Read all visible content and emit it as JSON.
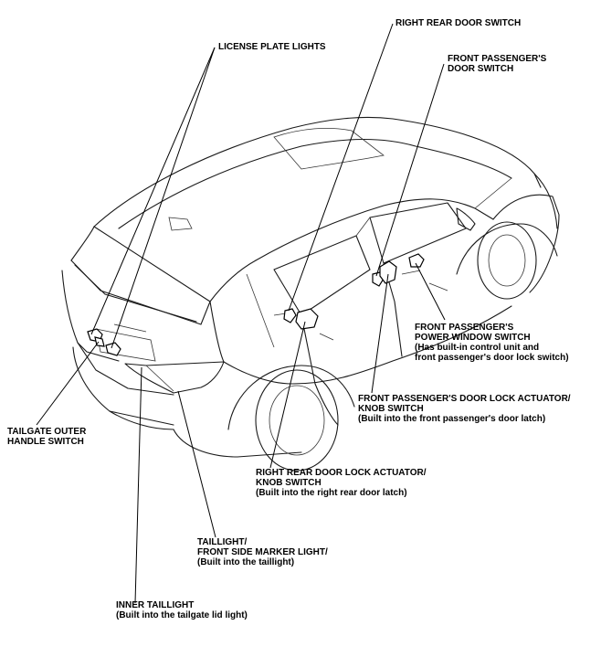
{
  "labels": {
    "right_rear_door_switch": [
      "RIGHT REAR DOOR SWITCH"
    ],
    "license_plate_lights": [
      "LICENSE PLATE LIGHTS"
    ],
    "front_passenger_door_switch": [
      "FRONT PASSENGER'S",
      "DOOR SWITCH"
    ],
    "front_passenger_power_window_switch": [
      "FRONT PASSENGER'S",
      "POWER WINDOW SWITCH",
      "(Has built-in control unit and",
      "front passenger's door lock switch)"
    ],
    "front_passenger_door_lock_actuator": [
      "FRONT PASSENGER'S DOOR LOCK ACTUATOR/",
      "KNOB SWITCH",
      "(Built into the front passenger's door latch)"
    ],
    "tailgate_outer_handle_switch": [
      "TAILGATE OUTER",
      "HANDLE SWITCH"
    ],
    "right_rear_door_lock_actuator": [
      "RIGHT REAR DOOR LOCK ACTUATOR/",
      "KNOB SWITCH",
      "(Built into the right rear door latch)"
    ],
    "taillight": [
      "TAILLIGHT/",
      "FRONT SIDE MARKER LIGHT/",
      "(Built into the taillight)"
    ],
    "inner_taillight": [
      "INNER TAILLIGHT",
      "(Built into the tailgate lid light)"
    ]
  }
}
